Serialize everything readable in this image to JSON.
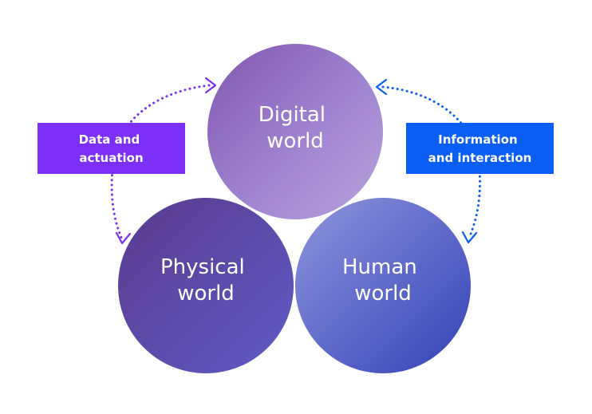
{
  "circles": {
    "digital": {
      "line1": "Digital",
      "line2": "world"
    },
    "physical": {
      "line1": "Physical",
      "line2": "world"
    },
    "human": {
      "line1": "Human",
      "line2": "world"
    }
  },
  "boxes": {
    "left": {
      "line1": "Data and",
      "line2": "actuation"
    },
    "right": {
      "line1": "Information",
      "line2": "and interaction"
    }
  },
  "colors": {
    "purple_accent": "#7b2ff7",
    "blue_accent": "#0a5df5"
  }
}
